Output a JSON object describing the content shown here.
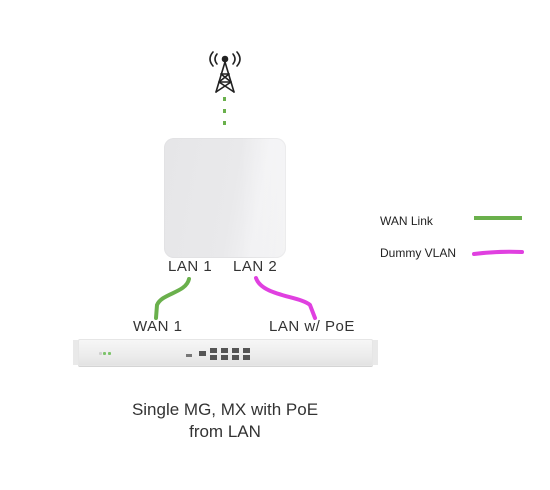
{
  "diagram": {
    "caption_line1": "Single MG, MX with PoE",
    "caption_line2": "from LAN",
    "gateway": {
      "port1": "LAN 1",
      "port2": "LAN 2"
    },
    "switch": {
      "port_wan": "WAN 1",
      "port_lan": "LAN w/ PoE"
    },
    "legend": [
      {
        "label": "WAN Link",
        "color": "#6ab04c"
      },
      {
        "label": "Dummy VLAN",
        "color": "#e040e0"
      }
    ],
    "icons": {
      "tower": "cell-tower-icon"
    },
    "colors": {
      "wan": "#6ab04c",
      "vlan": "#e040e0"
    }
  }
}
